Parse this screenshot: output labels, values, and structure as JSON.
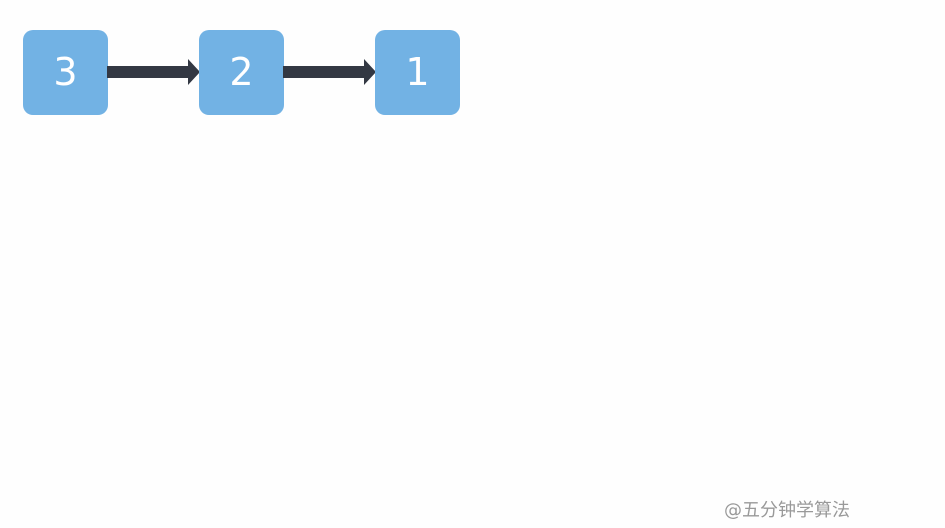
{
  "diagram": {
    "nodes": [
      {
        "label": "3"
      },
      {
        "label": "2"
      },
      {
        "label": "1"
      }
    ],
    "edges": [
      {
        "from": "3",
        "to": "2"
      },
      {
        "from": "2",
        "to": "1"
      }
    ],
    "colors": {
      "node_fill": "#72b2e4",
      "node_text": "#ffffff",
      "arrow_fill": "#333843",
      "background": "#fefefe"
    }
  },
  "watermark": {
    "text": "@五分钟学算法"
  }
}
